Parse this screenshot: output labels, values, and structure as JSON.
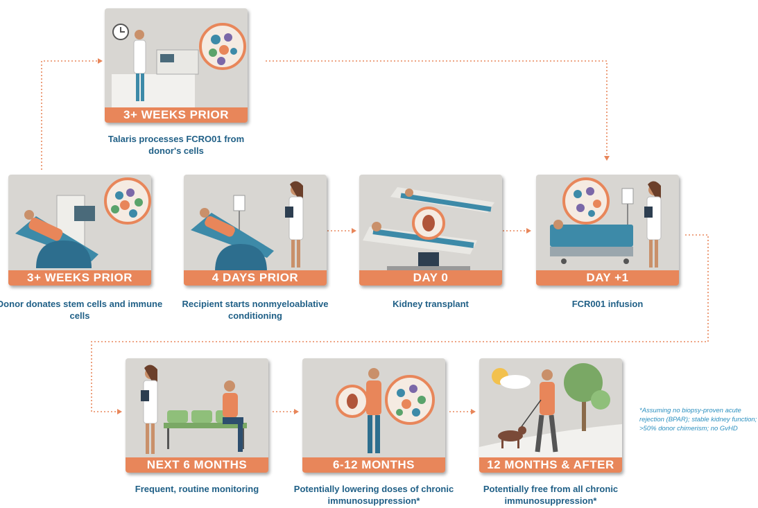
{
  "steps": [
    {
      "id": "processing",
      "banner": "3+ WEEKS PRIOR",
      "caption": "Talaris processes FCRO01 from donor's cells"
    },
    {
      "id": "donation",
      "banner": "3+ WEEKS PRIOR",
      "caption": "Donor donates stem cells and immune cells"
    },
    {
      "id": "conditioning",
      "banner": "4 DAYS PRIOR",
      "caption": "Recipient starts nonmyeloablative conditioning"
    },
    {
      "id": "transplant",
      "banner": "DAY 0",
      "caption": "Kidney transplant"
    },
    {
      "id": "infusion",
      "banner": "DAY +1",
      "caption": "FCR001 infusion"
    },
    {
      "id": "monitoring",
      "banner": "NEXT 6 MONTHS",
      "caption": "Frequent, routine monitoring"
    },
    {
      "id": "lowering",
      "banner": "6-12 MONTHS",
      "caption": "Potentially lowering doses of chronic immunosuppression*"
    },
    {
      "id": "free",
      "banner": "12 MONTHS & AFTER",
      "caption": "Potentially free from all chronic immunosuppression*"
    }
  ],
  "footnote": "*Assuming no biopsy-proven acute rejection (BPAR); stable kidney function; >50% donor chimerism; no GvHD",
  "colors": {
    "accent": "#e8865a",
    "caption": "#1f5f86",
    "footnote": "#2a8fbf",
    "card": "#d8d6d2"
  }
}
